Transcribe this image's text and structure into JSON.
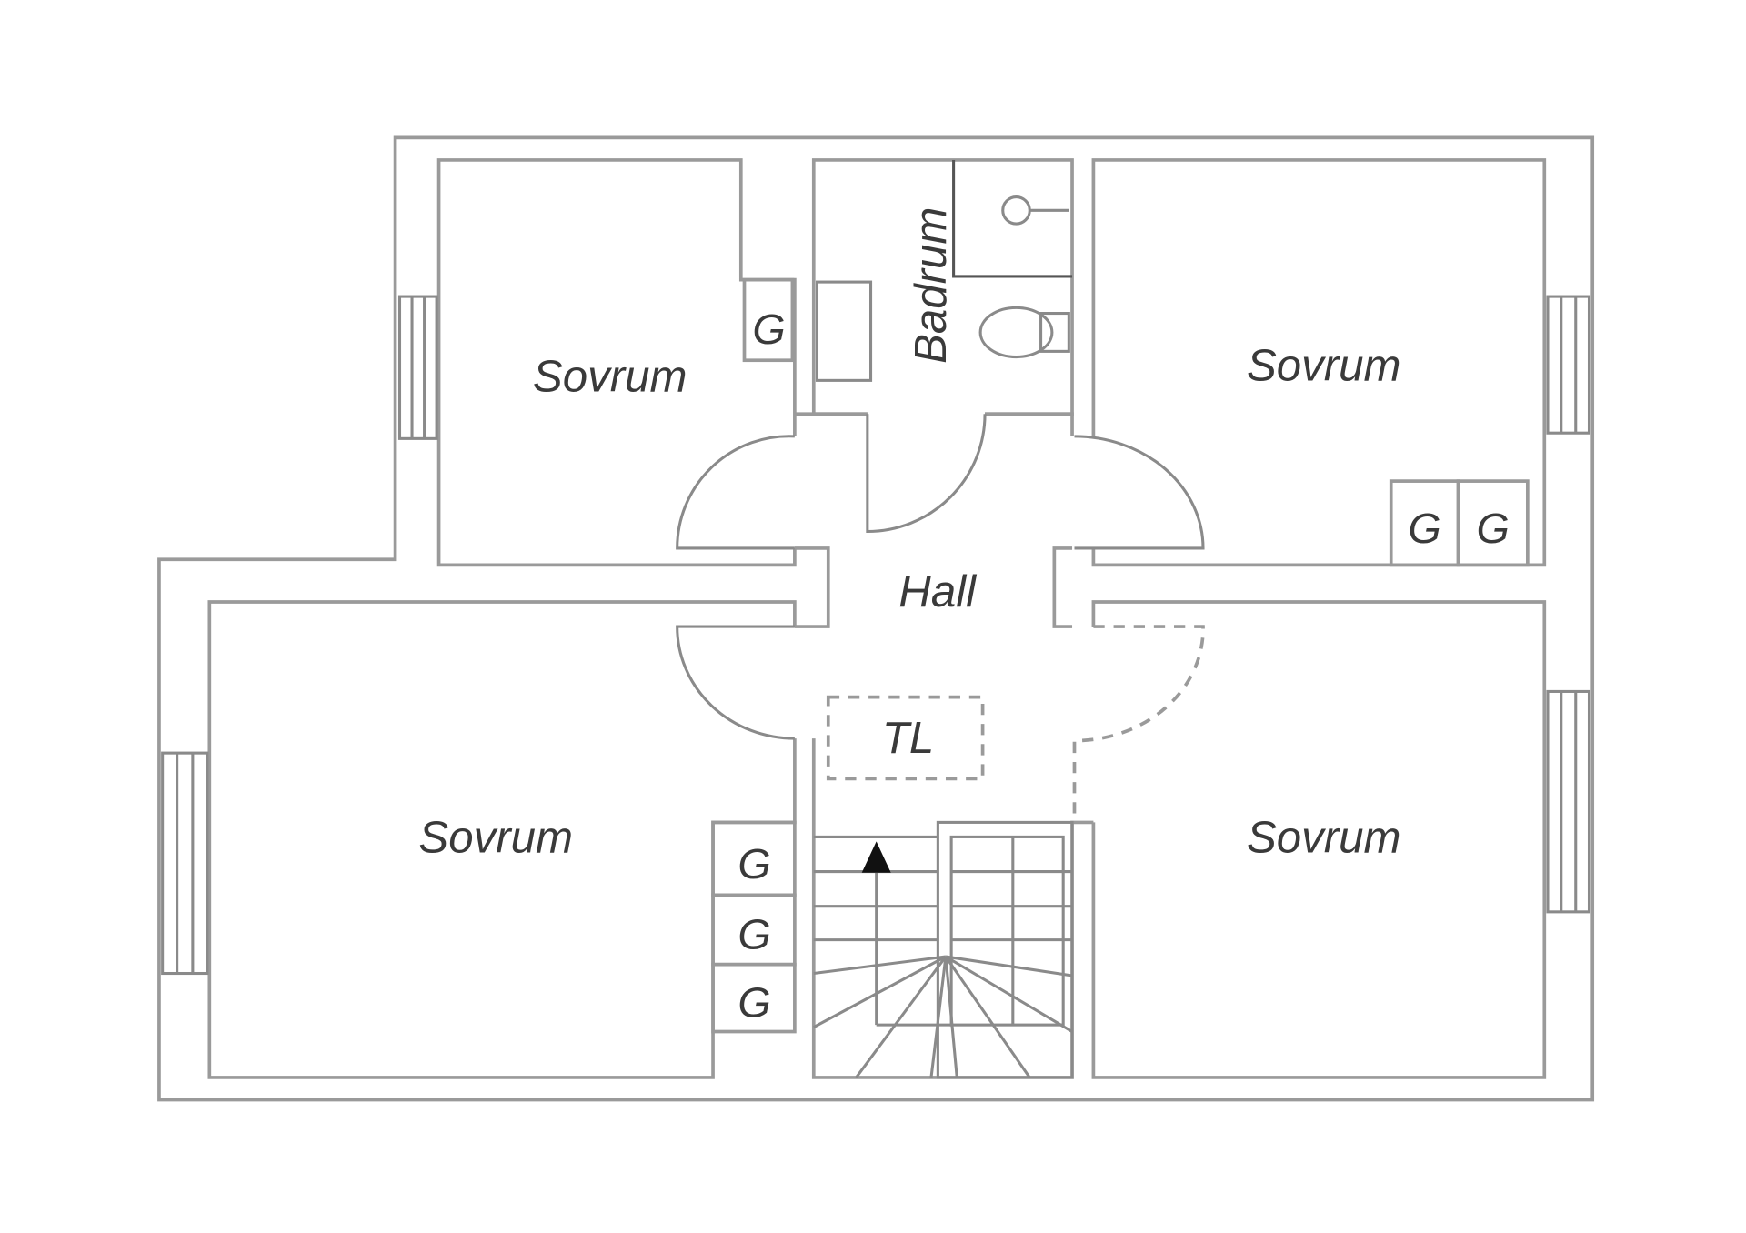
{
  "plan": {
    "rooms": {
      "bedroom_top_left": "Sovrum",
      "bedroom_top_right": "Sovrum",
      "bedroom_bottom_left": "Sovrum",
      "bedroom_bottom_right": "Sovrum",
      "bathroom": "Badrum",
      "hall": "Hall",
      "attic_hatch": "TL"
    },
    "wardrobes": [
      "G",
      "G",
      "G",
      "G",
      "G",
      "G"
    ],
    "colors": {
      "wall": "#9a9a9a",
      "text": "#3a3a3a"
    }
  }
}
